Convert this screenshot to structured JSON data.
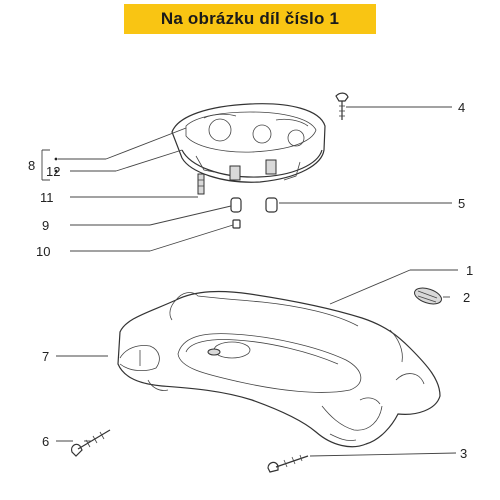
{
  "banner": {
    "text": "Na obrázku díl číslo 1",
    "color": "#f9c513"
  },
  "callouts": {
    "c1": "1",
    "c2": "2",
    "c3": "3",
    "c4": "4",
    "c5": "5",
    "c6": "6",
    "c7": "7",
    "c8": "8",
    "c9": "9",
    "c10": "10",
    "c11": "11",
    "c12": "12"
  }
}
